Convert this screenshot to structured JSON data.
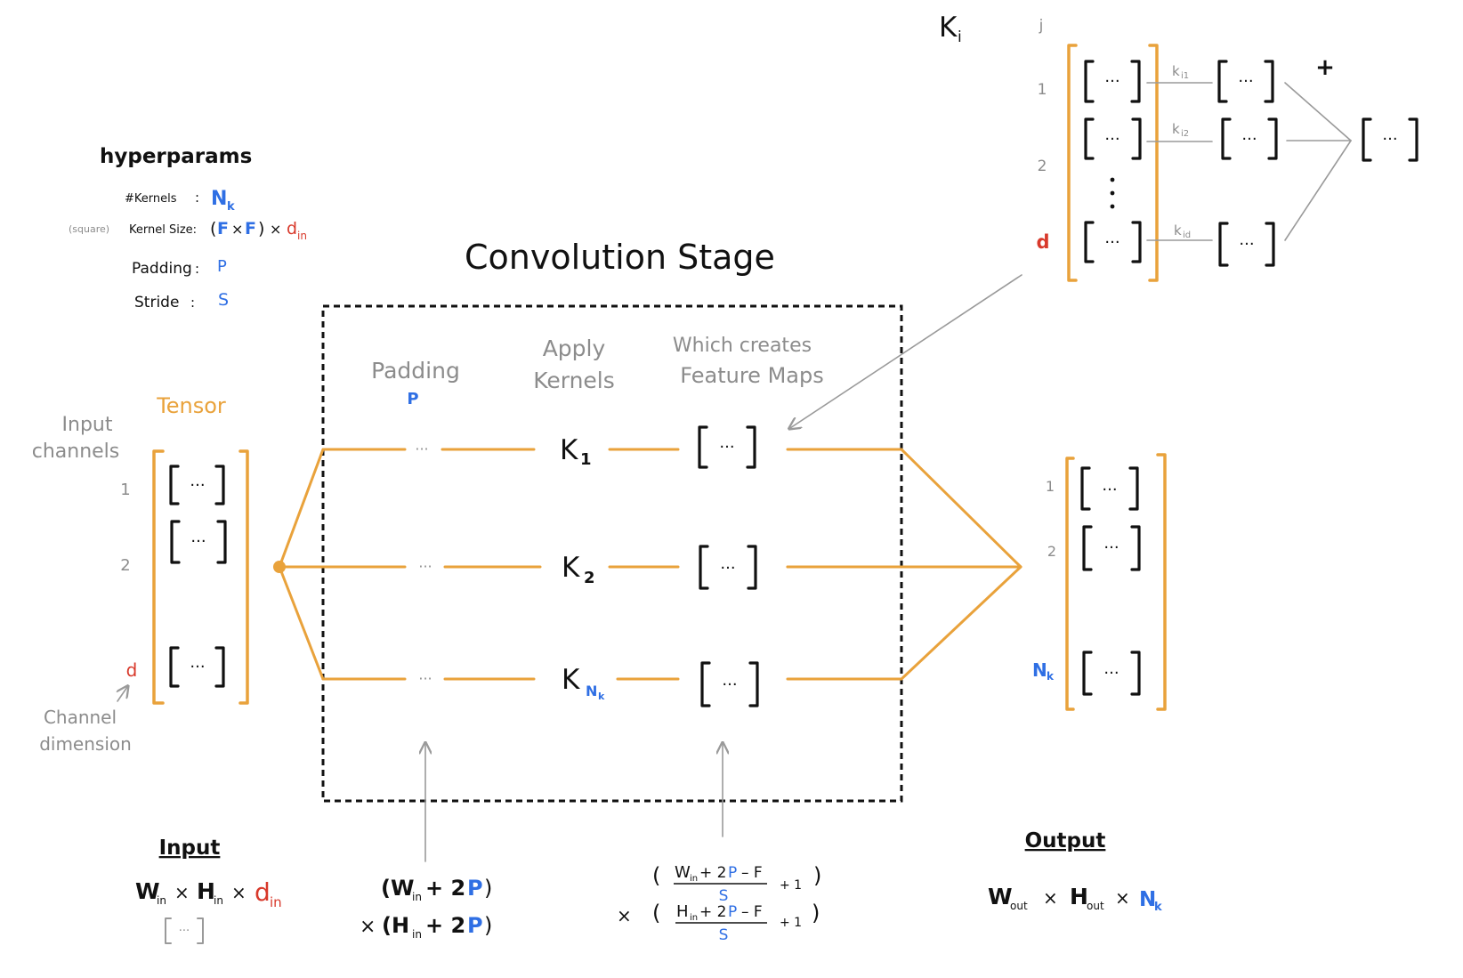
{
  "ellipsis": "···",
  "hyperparams": {
    "title": "hyperparams",
    "kernels_label": "#Kernels",
    "kernels_colon": ":",
    "kernels_value": "N",
    "kernels_value_sub": "k",
    "square_note": "(square)",
    "kernel_size_label": "Kernel Size:",
    "ks_open": "(",
    "ks_f1": "F",
    "ks_times": "×",
    "ks_f2": "F",
    "ks_close": ")",
    "ks_times2": "×",
    "ks_d": "d",
    "ks_d_sub": "in",
    "padding_label": "Padding",
    "padding_colon": ":",
    "padding_value": "P",
    "stride_label": "Stride",
    "stride_colon": ":",
    "stride_value": "S"
  },
  "input_tensor": {
    "channels_label_1": "Input",
    "channels_label_2": "channels",
    "tensor_label": "Tensor",
    "rows": [
      "1",
      "2",
      "d"
    ],
    "channel_dim_1": "Channel",
    "channel_dim_2": "dimension"
  },
  "conv": {
    "title": "Convolution Stage",
    "col_padding": "Padding",
    "col_padding_sub": "P",
    "col_apply_1": "Apply",
    "col_apply_2": "Kernels",
    "col_feature_1": "Which creates",
    "col_feature_2": "Feature Maps",
    "kernels": [
      {
        "base": "K",
        "sub": "1"
      },
      {
        "base": "K",
        "sub": "2"
      },
      {
        "base": "K",
        "sub": "N",
        "sub2": "k"
      }
    ]
  },
  "kernel_detail": {
    "title_base": "K",
    "title_sub": "i",
    "index_header": "j",
    "rows": [
      "1",
      "2",
      "d"
    ],
    "weights": [
      {
        "base": "k",
        "sub": "i1"
      },
      {
        "base": "k",
        "sub": "i2"
      },
      {
        "base": "k",
        "sub": "id"
      }
    ],
    "plus": "+"
  },
  "output_tensor": {
    "rows": [
      "1",
      "2"
    ],
    "last_row": "N",
    "last_row_sub": "k"
  },
  "formulas": {
    "input_title": "Input",
    "input_w": "W",
    "input_w_sub": "in",
    "input_x1": "×",
    "input_h": "H",
    "input_h_sub": "in",
    "input_x2": "×",
    "input_d": "d",
    "input_d_sub": "in",
    "padded_l1_open": "(W",
    "padded_l1_sub": "in",
    "padded_l1_plus": "+ 2",
    "padded_l1_p": "P",
    "padded_l1_close": ")",
    "padded_l2_x": "×",
    "padded_l2_open": "(H",
    "padded_l2_sub": "in",
    "padded_l2_plus": "+ 2",
    "padded_l2_p": "P",
    "padded_l2_close": ")",
    "fm_w_num_pre": "W",
    "fm_w_num_sub": "in",
    "fm_w_num_plus": "+ 2",
    "fm_w_num_p": "P",
    "fm_w_num_tail": "– F",
    "fm_den": "S",
    "fm_plus1": "+ 1",
    "fm_times": "×",
    "fm_h_num_pre": "H",
    "fm_h_num_sub": "in",
    "fm_h_num_plus": "+ 2",
    "fm_h_num_p": "P",
    "fm_h_num_tail": "– F",
    "paren_open": "(",
    "paren_close": ")",
    "output_title": "Output",
    "output_w": "W",
    "output_w_sub": "out",
    "output_x1": "×",
    "output_h": "H",
    "output_h_sub": "out",
    "output_x2": "×",
    "output_n": "N",
    "output_n_sub": "k"
  },
  "colors": {
    "ink": "#111111",
    "grey": "#8c8c8c",
    "blue": "#2f6fe4",
    "red": "#d8392b",
    "orange": "#e9a23b"
  }
}
